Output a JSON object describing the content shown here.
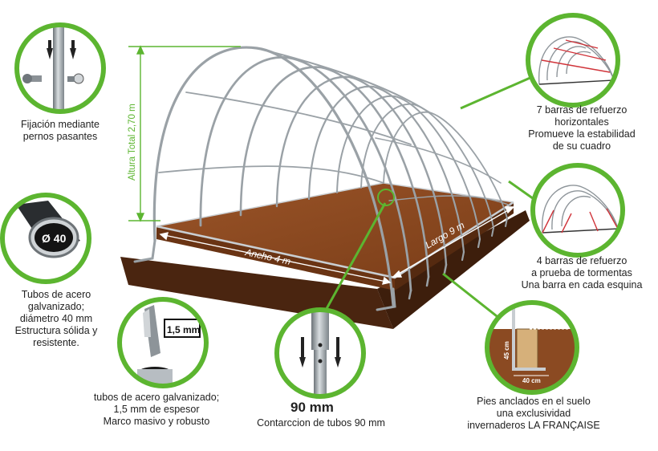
{
  "diagram": {
    "height_label": "Altura Total 2,70 m",
    "width_label": "Ancho 4 m",
    "length_label": "Largo 9 m",
    "diameter_badge": "Ø 40",
    "thickness_badge": "1,5 mm",
    "connector_size": "90 mm",
    "anchor_depth_label": "45 cm",
    "anchor_width_label": "40 cm"
  },
  "captions": {
    "bolts": [
      "Fijación mediante",
      "pernos pasantes"
    ],
    "tubes": [
      "Tubos de acero",
      "galvanizado;",
      "diámetro 40 mm",
      "Estructura sólida y",
      "resistente."
    ],
    "thickness": [
      "tubos de acero galvanizado;",
      "1,5 mm de espesor",
      "Marco masivo y robusto"
    ],
    "connector": "Contarccion de tubos 90 mm",
    "horizontal": [
      "7 barras de refuerzo",
      "horizontales",
      "Promueve la estabilidad",
      "de su cuadro"
    ],
    "storm": [
      "4 barras de refuerzo",
      "a prueba de tormentas",
      "Una barra en cada esquina"
    ],
    "anchors": [
      "Pies anclados en el suelo",
      "una exclusividad",
      "invernaderos LA FRANÇAISE"
    ]
  },
  "colors": {
    "accent": "#5cb530",
    "soil": "#8b4a22",
    "soil_dark": "#5a2d12",
    "steel": "#b8bec4"
  }
}
